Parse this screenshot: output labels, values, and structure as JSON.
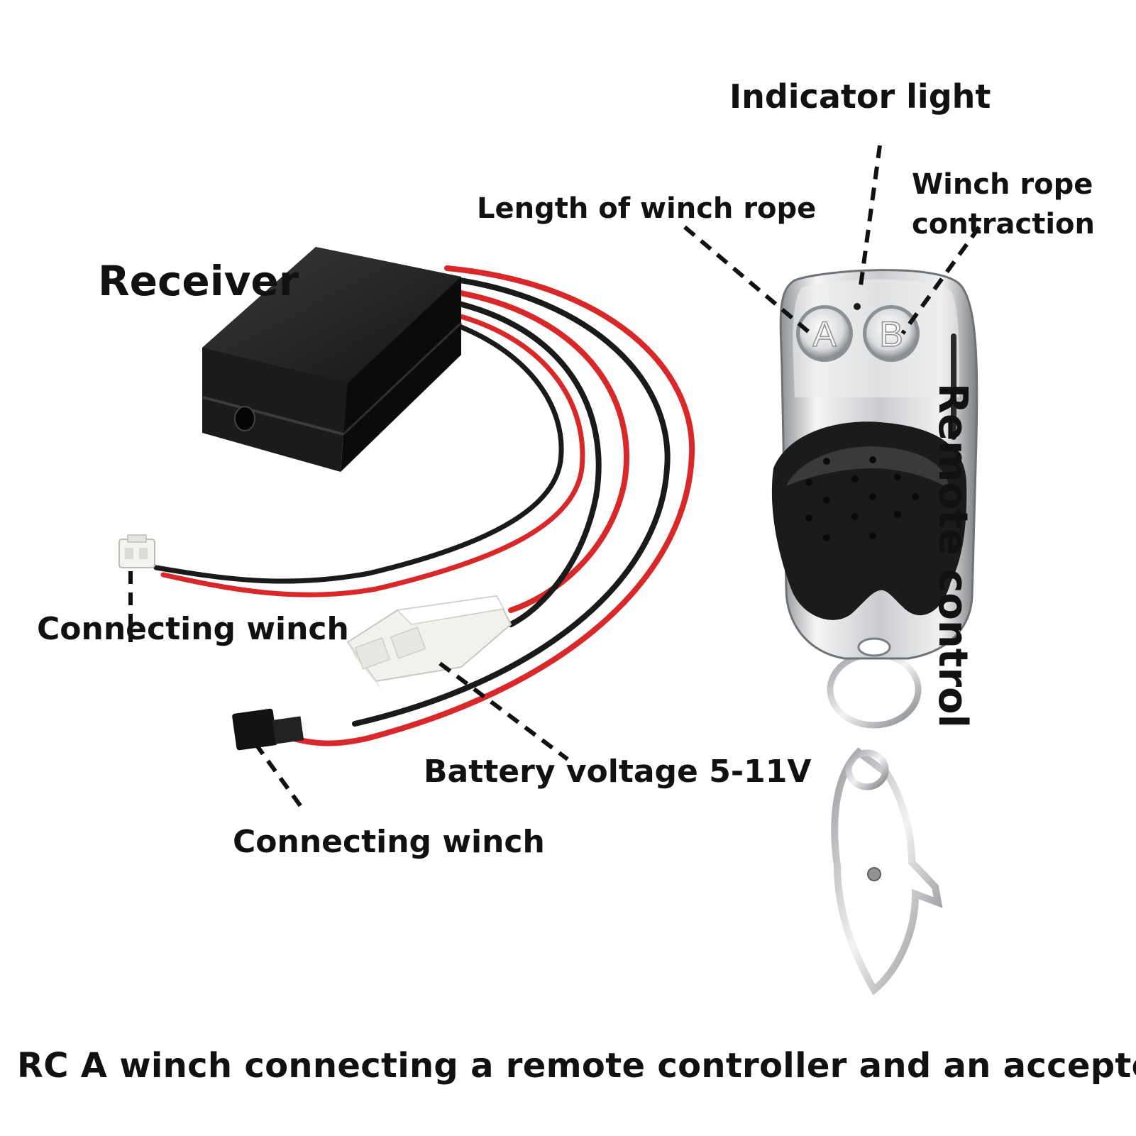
{
  "labels": {
    "indicator_light": "Indicator light",
    "length_of_winch_rope": "Length of winch rope",
    "winch_rope_contraction_line1": "Winch rope",
    "winch_rope_contraction_line2": "contraction",
    "receiver": "Receiver",
    "remote_control": "Remote control",
    "connecting_winch_top": "Connecting winch",
    "connecting_winch_bottom": "Connecting winch",
    "battery_voltage": "Battery voltage 5-11V",
    "caption": "RC A winch connecting a remote controller and an acceptor"
  },
  "remote_buttons": {
    "a": "A",
    "b": "B"
  },
  "colors": {
    "wire_red": "#d8282a",
    "wire_black": "#1a1a1a",
    "receiver_body": "#1c1c1c",
    "remote_chrome": "#d6d8da",
    "connector_white": "#f1f1ee"
  }
}
